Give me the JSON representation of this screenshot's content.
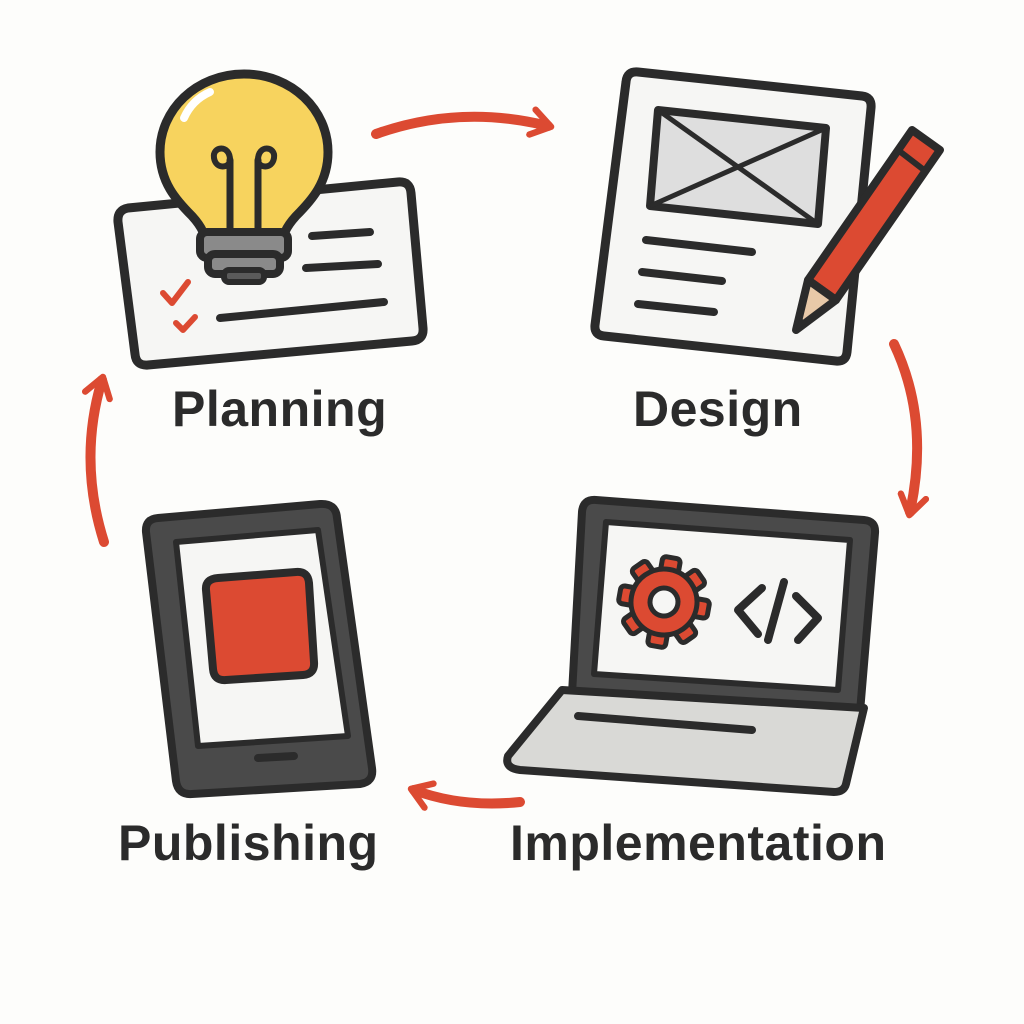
{
  "colors": {
    "accent": "#dc4a32",
    "outline": "#2b2b2b",
    "bulb": "#f7d35e",
    "paper": "#f6f6f4",
    "device": "#4a4a4a",
    "background": "#fdfdfb"
  },
  "stages": [
    {
      "label": "Planning",
      "icon": "lightbulb-checklist-icon"
    },
    {
      "label": "Design",
      "icon": "wireframe-pencil-icon"
    },
    {
      "label": "Implementation",
      "icon": "laptop-code-icon"
    },
    {
      "label": "Publishing",
      "icon": "tablet-app-icon"
    }
  ],
  "flow": [
    {
      "from": "Planning",
      "to": "Design"
    },
    {
      "from": "Design",
      "to": "Implementation"
    },
    {
      "from": "Implementation",
      "to": "Publishing"
    },
    {
      "from": "Publishing",
      "to": "Planning"
    }
  ]
}
